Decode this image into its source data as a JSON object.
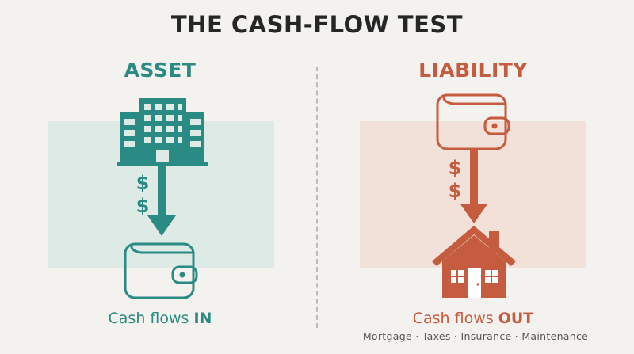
{
  "title": "THE CASH-FLOW TEST",
  "asset": {
    "heading": "ASSET",
    "dollar_symbols": [
      "$",
      "$"
    ],
    "caption_prefix": "Cash flows ",
    "caption_emphasis": "IN",
    "color": "#2a8a84"
  },
  "liability": {
    "heading": "LIABILITY",
    "dollar_symbols": [
      "$",
      "$"
    ],
    "caption_prefix": "Cash flows ",
    "caption_emphasis": "OUT",
    "subcaption": "Mortgage · Taxes · Insurance · Maintenance",
    "color": "#c55c3f"
  },
  "icons": [
    "office-building-icon",
    "wallet-icon",
    "arrow-down-icon",
    "house-icon"
  ]
}
